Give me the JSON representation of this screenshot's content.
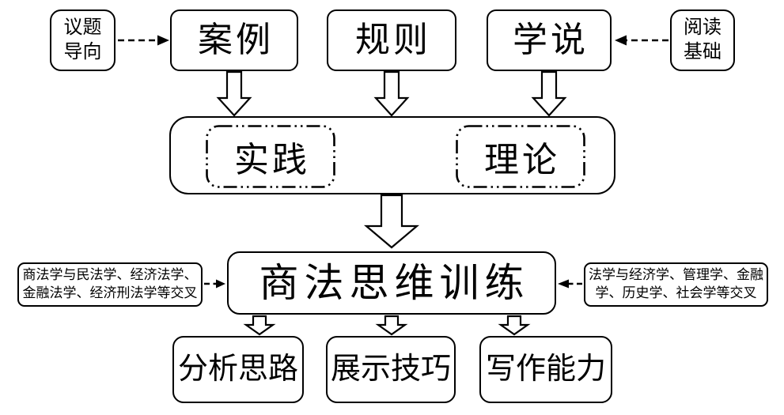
{
  "diagram": {
    "colors": {
      "stroke": "#000000",
      "background": "#ffffff"
    },
    "nodes": {
      "topic_orientation_lines": [
        "议题",
        "导向"
      ],
      "case": "案例",
      "rule": "规则",
      "doctrine": "学说",
      "reading_basis_lines": [
        "阅读",
        "基础"
      ],
      "practice": "实践",
      "theory": "理论",
      "training": "商法思维训练",
      "left_note_lines": [
        "商法学与民法学、经济法学、",
        "金融法学、经济刑法学等交叉"
      ],
      "right_note_lines": [
        "法学与经济学、管理学、金融",
        "学、历史学、社会学等交叉"
      ],
      "analysis": "分析思路",
      "presentation": "展示技巧",
      "writing": "写作能力"
    }
  }
}
